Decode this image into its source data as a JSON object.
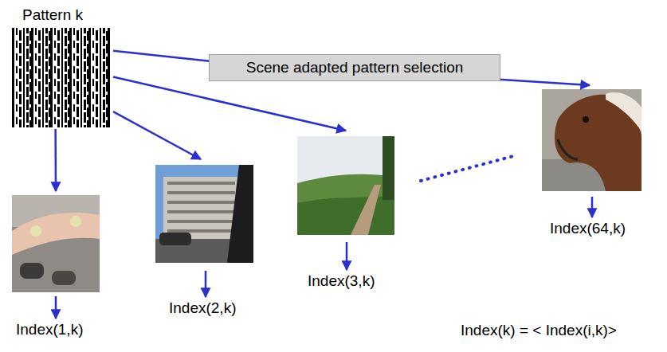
{
  "diagram": {
    "nodes": [
      {
        "text": [
          "Pattern k"
        ]
      },
      {
        "text": [
          "Index(1,k)"
        ]
      },
      {
        "text": [
          "Index(2,k)"
        ]
      },
      {
        "text": [
          "Index(3,k)"
        ]
      },
      {
        "text": [
          "Index(64,k)"
        ]
      }
    ],
    "edges": [
      {
        "from": 0,
        "to": 1,
        "arrow": "to"
      },
      {
        "from": 0,
        "to": 2,
        "arrow": "to"
      },
      {
        "from": 0,
        "to": 3,
        "arrow": "to"
      },
      {
        "from": 0,
        "to": 4,
        "arrow": "to",
        "label": "Scene adapted pattern selection"
      }
    ],
    "labels": [
      "Index(k) = < Index(i,k)>"
    ]
  }
}
